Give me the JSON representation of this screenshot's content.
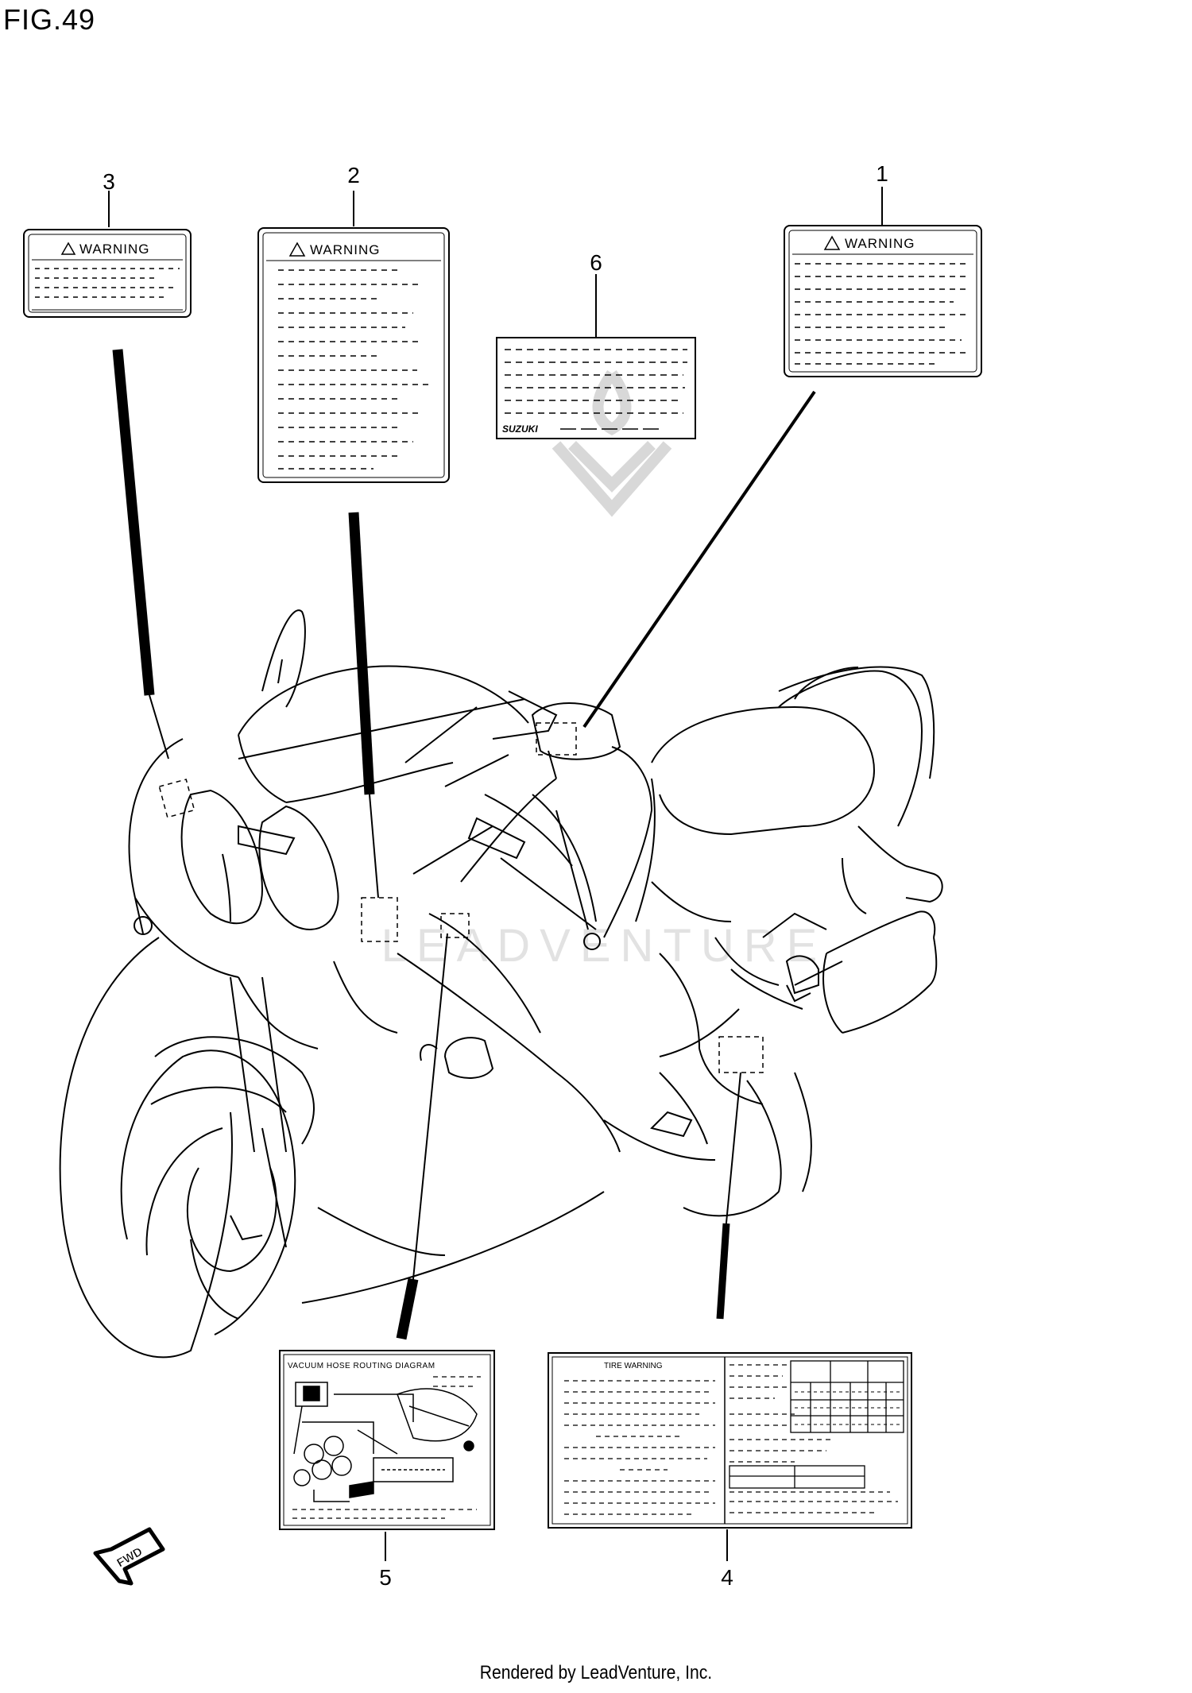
{
  "figure": {
    "title": "FIG.49"
  },
  "callouts": [
    "1",
    "2",
    "3",
    "4",
    "5",
    "6"
  ],
  "labels": {
    "warning": "WARNING",
    "vacuum_diagram": "VACUUM HOSE ROUTING DIAGRAM",
    "tire_warning": "TIRE WARNING",
    "brand": "SUZUKI"
  },
  "direction": "FWD",
  "watermark": {
    "brand": "LEADVENTURE"
  },
  "footer": "Rendered by LeadVenture, Inc."
}
